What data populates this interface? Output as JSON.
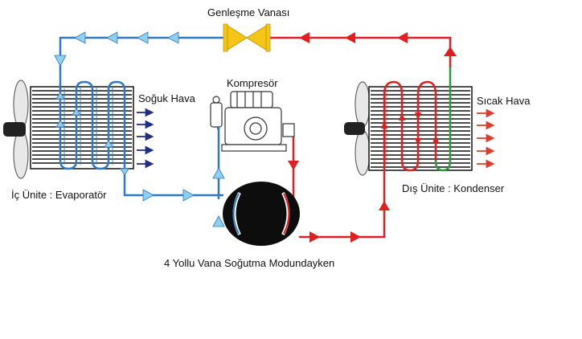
{
  "labels": {
    "expansion_valve": "Genleşme Vanası",
    "compressor": "Kompresör",
    "cold_air": "Soğuk Hava",
    "hot_air": "Sıcak Hava",
    "indoor_unit": "İç Ünite : Evaporatör",
    "outdoor_unit": "Dış Ünite : Kondenser",
    "caption": "4 Yollu Vana Soğutma Modundayken"
  },
  "colors": {
    "cold_line": "#2f78c4",
    "cold_arrow": "#8fd0ee",
    "hot_line": "#e02020",
    "hot_arrow": "#e02020",
    "valve": "#f5c518",
    "coil_green": "#2a9a3a",
    "air_cold": "#1f2f86",
    "air_hot": "#e03a2a"
  },
  "icons": [
    "fan-icon",
    "evaporator-coil-icon",
    "condenser-coil-icon",
    "compressor-icon",
    "expansion-valve-icon",
    "four-way-valve-icon"
  ]
}
